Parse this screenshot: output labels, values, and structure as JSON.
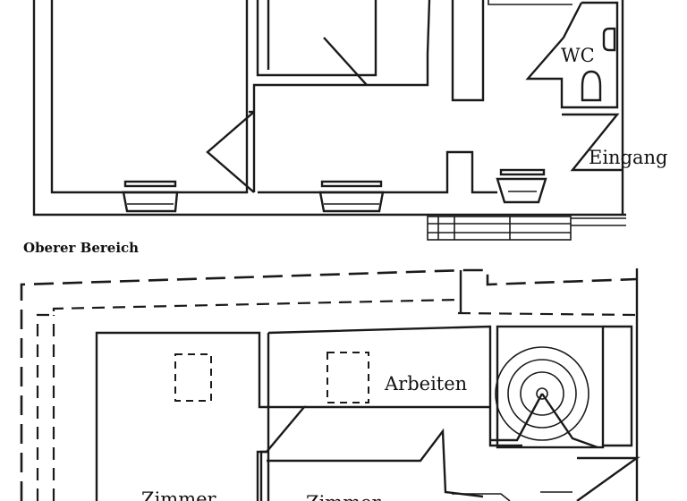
{
  "upper_plan": {
    "labels": {
      "wc": "WC",
      "entrance": "Eingang"
    }
  },
  "section_title": "Oberer Bereich",
  "lower_plan": {
    "labels": {
      "work": "Arbeiten",
      "room1": "Zimmer",
      "room2": "Zimmer"
    }
  }
}
